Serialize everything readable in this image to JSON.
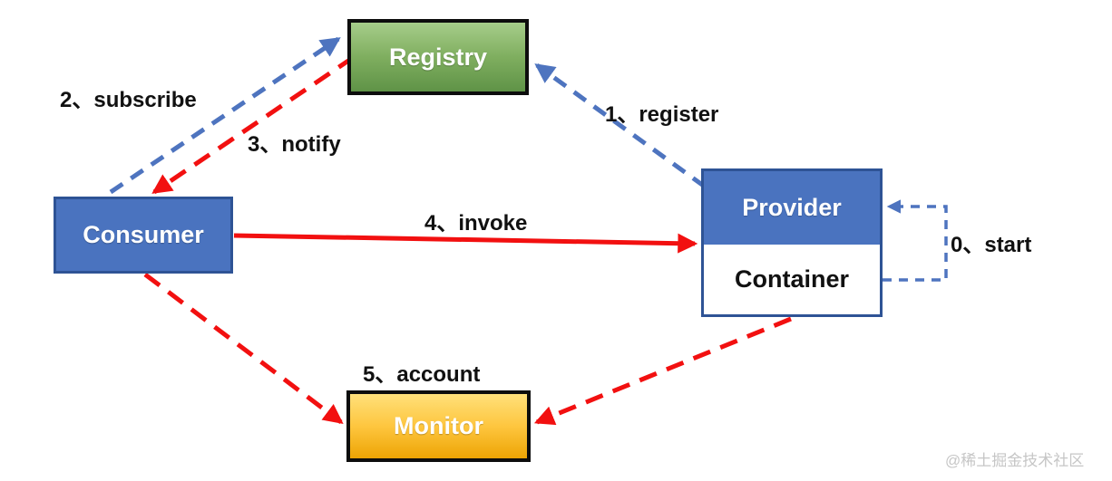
{
  "diagram": {
    "nodes": {
      "registry": {
        "label": "Registry"
      },
      "consumer": {
        "label": "Consumer"
      },
      "provider": {
        "label": "Provider"
      },
      "container": {
        "label": "Container"
      },
      "monitor": {
        "label": "Monitor"
      }
    },
    "edge_labels": {
      "start": "0、start",
      "register": "1、register",
      "subscribe": "2、subscribe",
      "notify": "3、notify",
      "invoke": "4、invoke",
      "account": "5、account"
    },
    "colors": {
      "node_blue": "#4a73bf",
      "node_blue_border": "#2e5395",
      "registry_green_top": "#a6cd8a",
      "registry_green_bottom": "#5f9347",
      "monitor_gold_top": "#ffe07a",
      "monitor_gold_bottom": "#eda404",
      "black_border": "#0d0d0d",
      "arrow_red": "#f21010",
      "arrow_blue": "#4e74bf",
      "label_text": "#111111",
      "watermark_gray": "#c6c6c6"
    },
    "watermark": "@稀土掘金技术社区"
  }
}
